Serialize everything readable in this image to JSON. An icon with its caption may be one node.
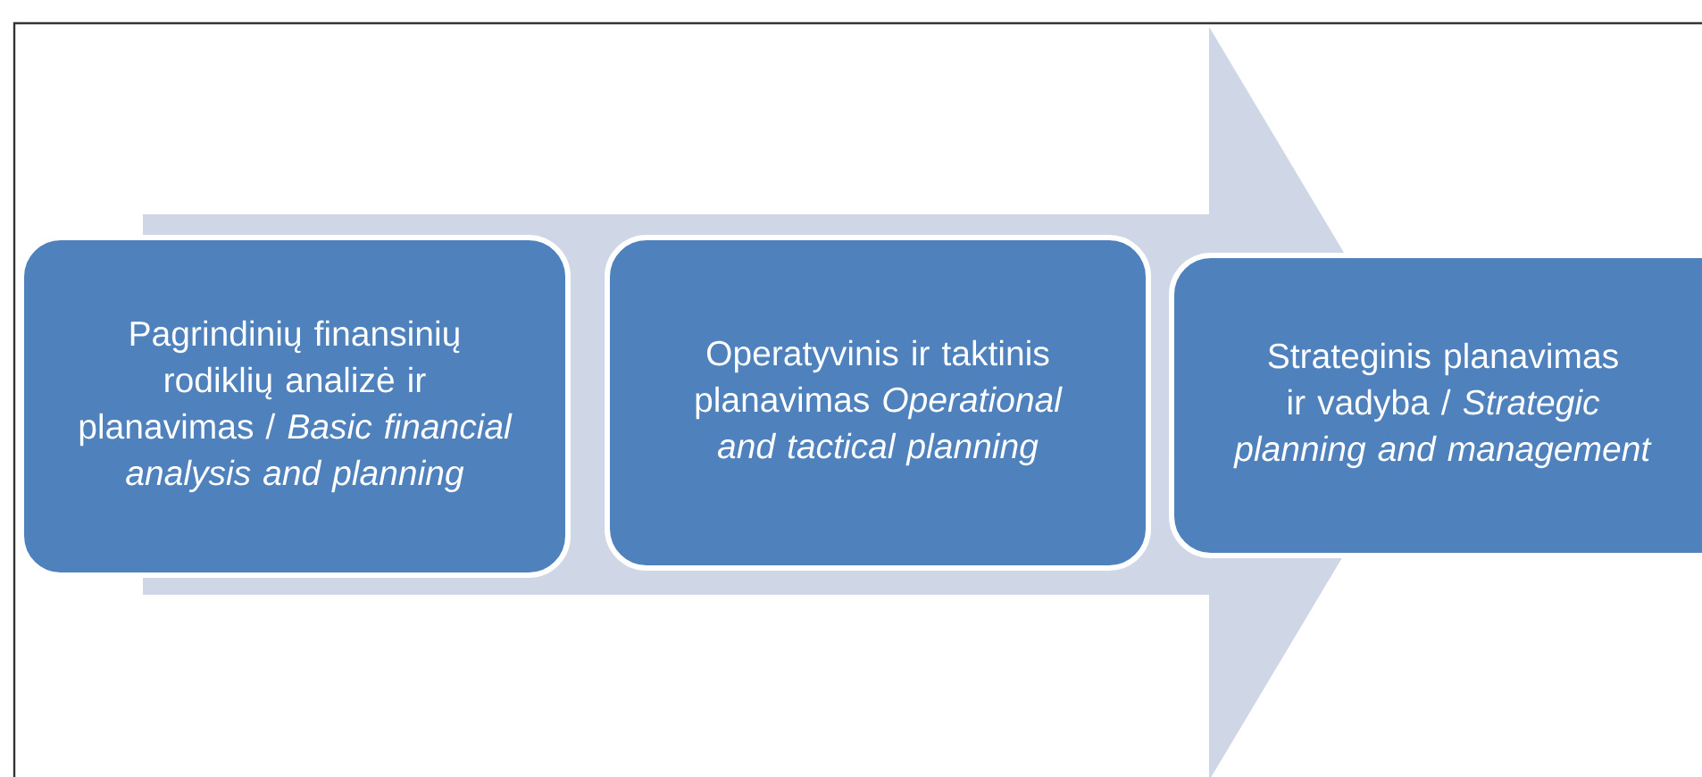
{
  "diagram": {
    "nodes": [
      {
        "text": [
          "Pagrindinių finansinių rodiklių analizė ir planavimas / *Basic financial analysis and planning*"
        ]
      },
      {
        "text": [
          "Operatyvinis ir taktinis planavimas *Operational and tactical planning*"
        ]
      },
      {
        "text": [
          "Strateginis planavimas ir vadyba / *Strategic planning and management*"
        ]
      }
    ]
  }
}
